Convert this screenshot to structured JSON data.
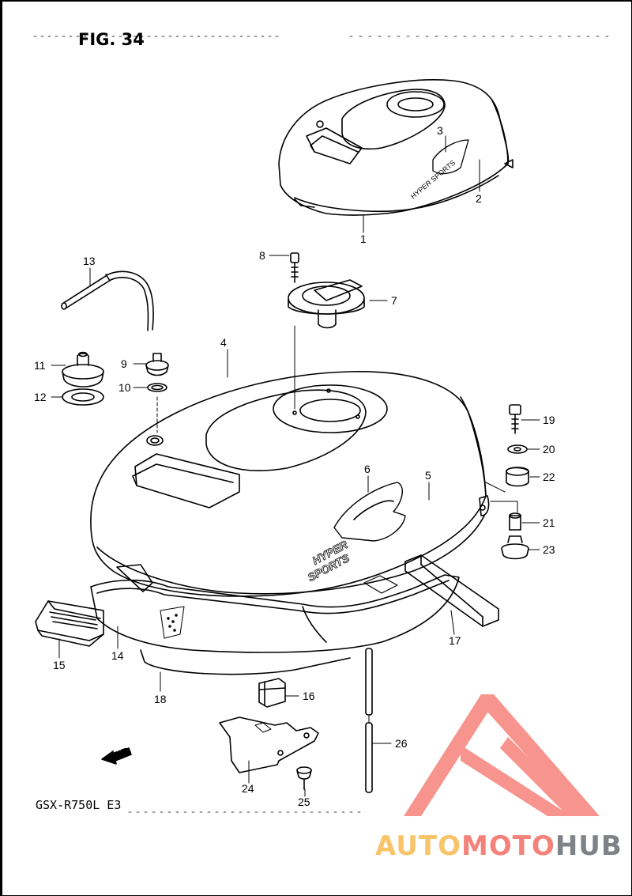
{
  "figure": {
    "title": "FIG. 34",
    "model": "GSX-R750L  E3",
    "fwd": "FWD"
  },
  "tank_decal": {
    "line1": "HYPER",
    "line2": "SPORTS"
  },
  "colors": {
    "logo_red": "#f5827a",
    "logo_orange": "#f7c46a",
    "logo_gray": "#7f8286",
    "line": "#000000"
  },
  "parts": [
    {
      "no": "1"
    },
    {
      "no": "2"
    },
    {
      "no": "3"
    },
    {
      "no": "4"
    },
    {
      "no": "5"
    },
    {
      "no": "6"
    },
    {
      "no": "7"
    },
    {
      "no": "8"
    },
    {
      "no": "9"
    },
    {
      "no": "10"
    },
    {
      "no": "11"
    },
    {
      "no": "12"
    },
    {
      "no": "13"
    },
    {
      "no": "14"
    },
    {
      "no": "15"
    },
    {
      "no": "16"
    },
    {
      "no": "17"
    },
    {
      "no": "18"
    },
    {
      "no": "19"
    },
    {
      "no": "20"
    },
    {
      "no": "21"
    },
    {
      "no": "22"
    },
    {
      "no": "23"
    },
    {
      "no": "24"
    },
    {
      "no": "25"
    },
    {
      "no": "26"
    }
  ],
  "watermark": {
    "word_a": "AUTO",
    "word_b": "MOTO",
    "word_c": "HUB"
  }
}
